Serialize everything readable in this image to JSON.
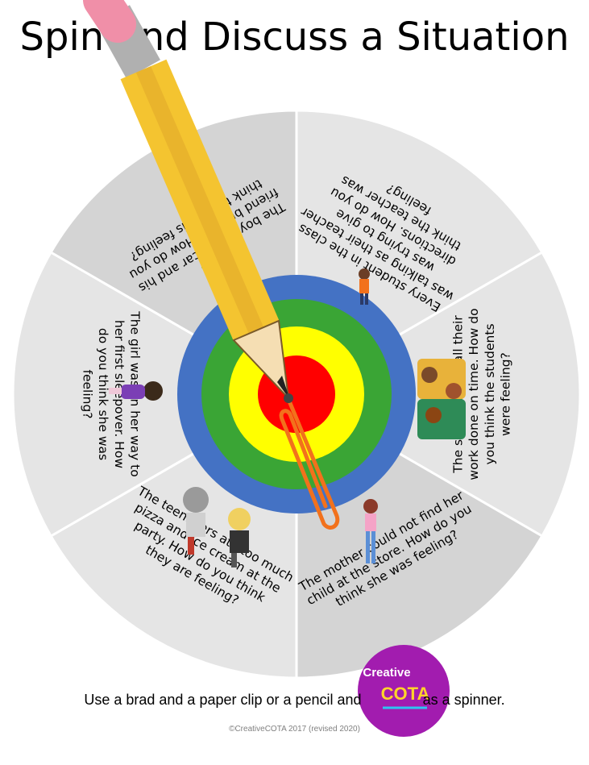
{
  "title": "Spin and Discuss a Situation",
  "situations": [
    {
      "lines": [
        "Every student in the class",
        "was talking as their teacher",
        "was trying to give",
        "directions. How do you",
        "think the teacher was",
        "feeling?"
      ]
    },
    {
      "lines": [
        "The students got all their",
        "work done on time. How do",
        "you think the students",
        "were feeling?"
      ]
    },
    {
      "lines": [
        "The mother could not find her",
        "child at the store. How do you",
        "think she was feeling?"
      ]
    },
    {
      "lines": [
        "The teenagers ate too much",
        "pizza and ice cream at the",
        "party. How do you think",
        "they are feeling?"
      ]
    },
    {
      "lines": [
        "The girl was on her way to",
        "her first sleepover. How",
        "do you think she was",
        "feeling?"
      ]
    },
    {
      "lines": [
        "The boy built a car and his",
        "friend broke it. How do you",
        "think the boy is feeling?"
      ]
    }
  ],
  "instruction": {
    "before": "Use a brad and a paper clip or a pencil and",
    "after": "as a spinner."
  },
  "logo": {
    "top": "Creative",
    "main": "COTA"
  },
  "copyright": "©CreativeCOTA 2017 (revised 2020)",
  "colors": {
    "wedge_light": "#e5e5e5",
    "wedge_dark": "#d4d4d4",
    "target_blue": "#4472c4",
    "target_green": "#3aa535",
    "target_yellow": "#ffff00",
    "target_red": "#ff0000",
    "pencil": "#f4c430",
    "paperclip": "#f2711c",
    "logo": "#a21caf"
  }
}
